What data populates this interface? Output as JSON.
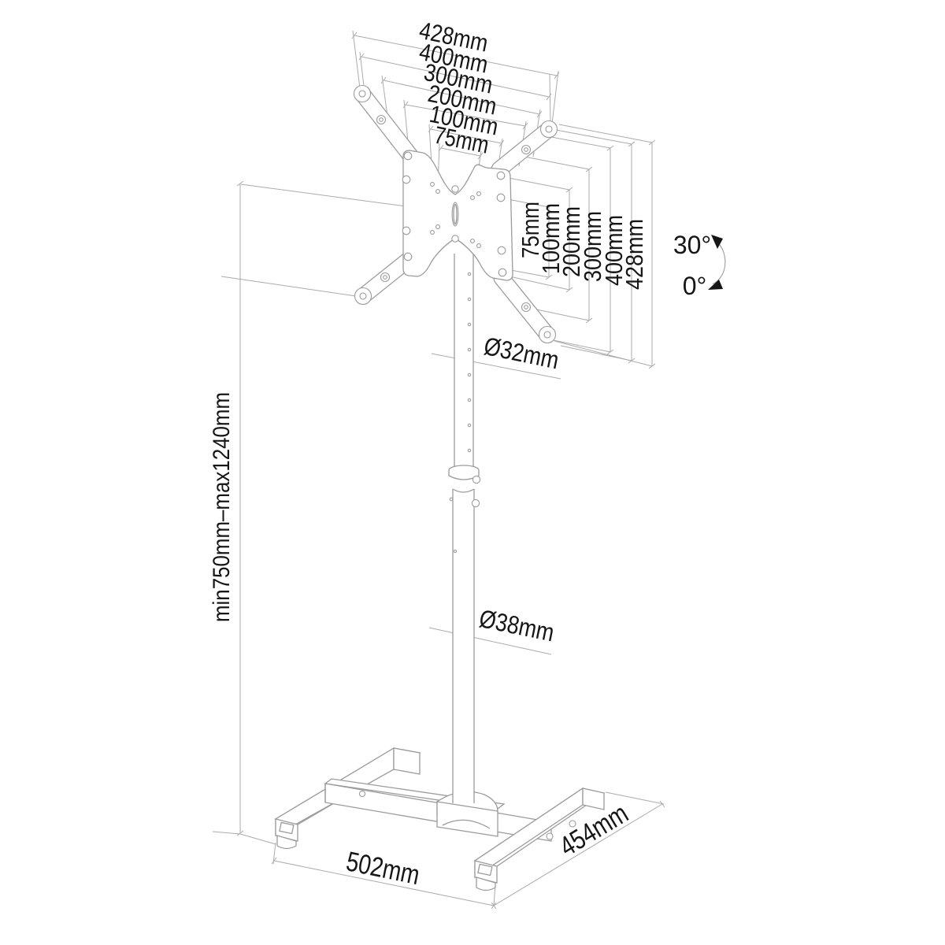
{
  "diagram": {
    "description": "TV floor stand dimension drawing",
    "top_dims": [
      "428mm",
      "400mm",
      "300mm",
      "200mm",
      "100mm",
      "75mm"
    ],
    "side_dims": [
      "75mm",
      "100mm",
      "200mm",
      "300mm",
      "400mm",
      "428mm"
    ],
    "tilt_max_label": "30°",
    "tilt_min_label": "0°",
    "pole_upper_diameter_label": "Ø32mm",
    "pole_lower_diameter_label": "Ø38mm",
    "height_range_label": "min750mm–max1240mm",
    "base_depth_label": "502mm",
    "base_width_label": "454mm",
    "colors": {
      "background": "#ffffff",
      "object_line": "#9b9b9b",
      "dimension_line": "#ababab",
      "text": "#161616"
    }
  }
}
